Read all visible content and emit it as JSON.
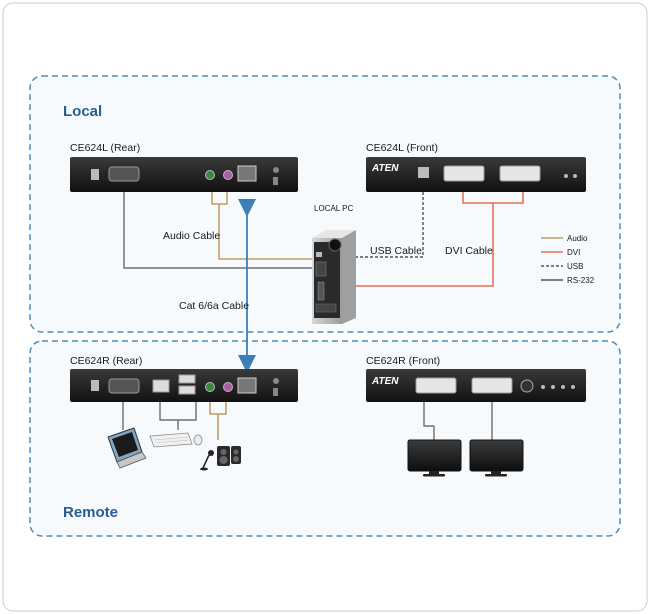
{
  "zones": {
    "local": "Local",
    "remote": "Remote"
  },
  "devices": {
    "local_rear": "CE624L (Rear)",
    "local_front": "CE624L (Front)",
    "remote_rear": "CE624R (Rear)",
    "remote_front": "CE624R (Front)",
    "brand": "ATEN",
    "pc": "LOCAL PC"
  },
  "cables": {
    "audio": "Audio Cable",
    "usb": "USB Cable",
    "dvi": "DVI Cable",
    "cat": "Cat 6/6a Cable"
  },
  "legend": [
    {
      "label": "Audio",
      "color": "#b58a4a",
      "style": "solid"
    },
    {
      "label": "DVI",
      "color": "#e0553a",
      "style": "solid"
    },
    {
      "label": "USB",
      "color": "#333333",
      "style": "dashed"
    },
    {
      "label": "RS-232",
      "color": "#333333",
      "style": "solid"
    }
  ],
  "colors": {
    "zone_border": "#4f8db8",
    "zone_fill": "#f6f9fc",
    "device_body": "#1c1c1c",
    "cat_cable": "#3a7fb8",
    "audio_cable": "#b58a4a",
    "dvi_cable": "#e0553a"
  }
}
